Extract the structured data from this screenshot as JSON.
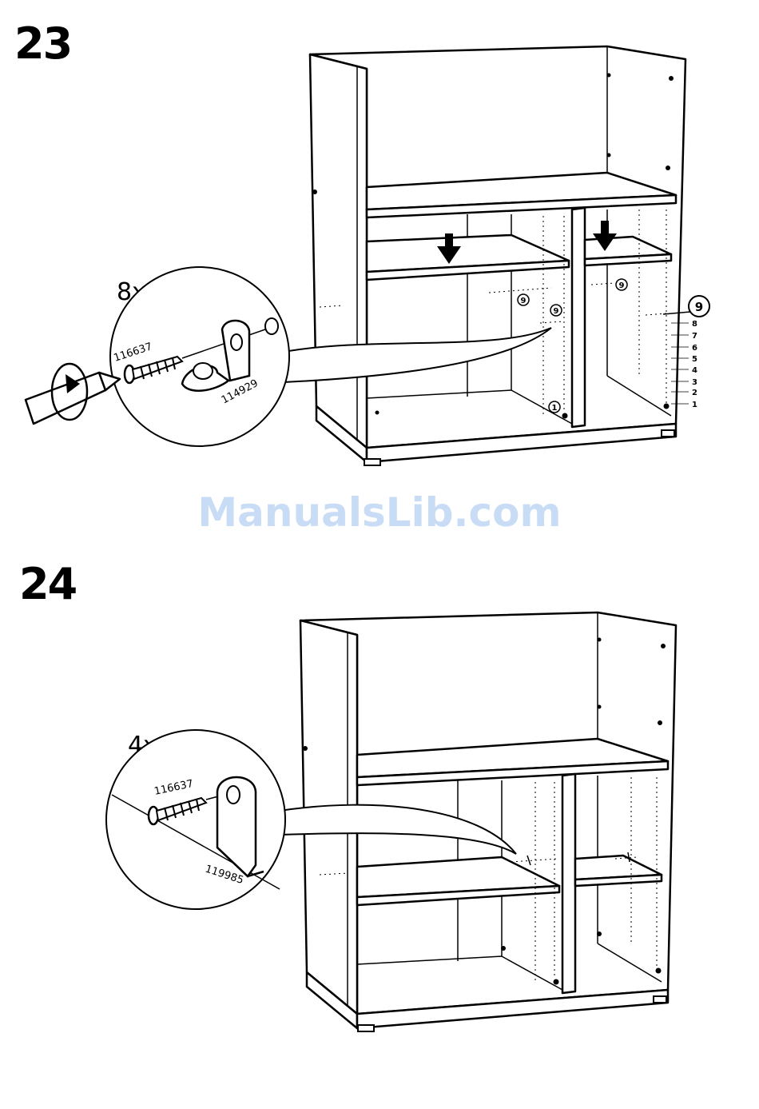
{
  "watermark": "ManualsLib.com",
  "steps": [
    {
      "number": "23",
      "quantity": "8x",
      "screw_part": "116637",
      "bracket_part": "114929",
      "shelf_marker": "9",
      "bottom_marker": "1",
      "hole_levels": [
        "9",
        "8",
        "7",
        "6",
        "5",
        "4",
        "3",
        "2",
        "1"
      ]
    },
    {
      "number": "24",
      "quantity": "4x",
      "screw_part": "116637",
      "bracket_part": "119985"
    }
  ]
}
